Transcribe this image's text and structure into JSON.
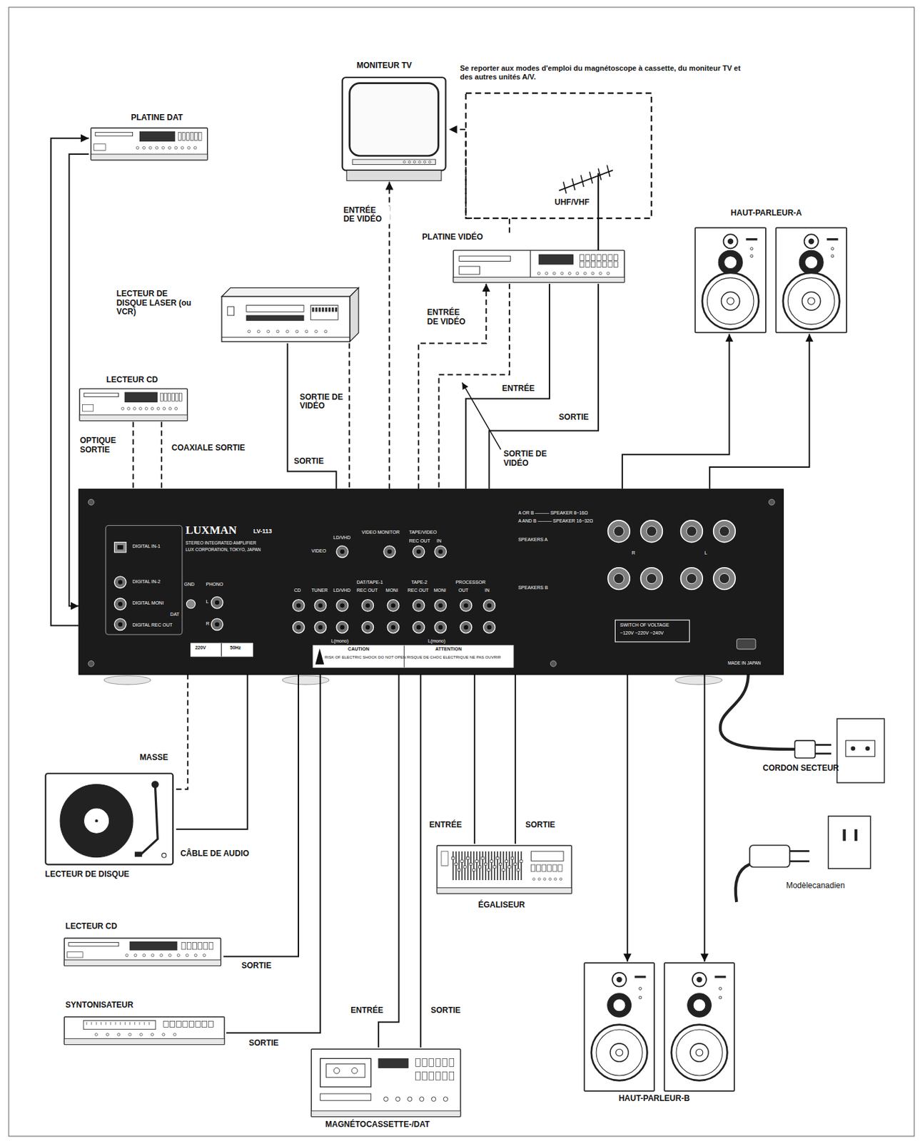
{
  "diagram": {
    "nodes": [
      {
        "text": [
          "MONITEUR TV"
        ]
      },
      {
        "text": [
          "PLATINE DAT"
        ]
      },
      {
        "text": [
          "PLATINE VIDÉO"
        ]
      },
      {
        "text": [
          "LECTEUR DE DISQUE LASER (ou VCR)"
        ]
      },
      {
        "text": [
          "LECTEUR CD"
        ]
      },
      {
        "text": [
          "HAUT-PARLEUR-A"
        ]
      },
      {
        "text": [
          "LUXMAN",
          "LV-113",
          "STEREO INTEGRATED AMPLIFIER",
          "LUX CORPORATION, TOKYO, JAPAN"
        ]
      },
      {
        "text": [
          "LECTEUR DE DISQUE"
        ]
      },
      {
        "text": [
          "LECTEUR CD"
        ]
      },
      {
        "text": [
          "SYNTONISATEUR"
        ]
      },
      {
        "text": [
          "MAGNÉTOCASSETTE-/DAT"
        ]
      },
      {
        "text": [
          "ÉGALISEUR"
        ]
      },
      {
        "text": [
          "HAUT-PARLEUR-B"
        ]
      }
    ],
    "edges": [
      {
        "from": 6,
        "to": 1,
        "arrow": "to"
      },
      {
        "from": 1,
        "to": 6,
        "arrow": "to"
      },
      {
        "from": 4,
        "to": 6,
        "label": "OPTIQUE SORTIE",
        "arrow": "none"
      },
      {
        "from": 4,
        "to": 6,
        "label": "COAXIALE SORTIE",
        "arrow": "none"
      },
      {
        "from": 3,
        "to": 6,
        "label": "SORTIE",
        "arrow": "none"
      },
      {
        "from": 3,
        "to": 6,
        "label": "SORTIE DE VIDÉO",
        "arrow": "none"
      },
      {
        "from": 6,
        "to": 0,
        "label": "ENTRÉE DE VIDÉO",
        "arrow": "to"
      },
      {
        "from": 6,
        "to": 2,
        "label": "ENTRÉE DE VIDÉO",
        "arrow": "to"
      },
      {
        "from": 6,
        "to": 2,
        "label": "ENTRÉE",
        "arrow": "none"
      },
      {
        "from": 2,
        "to": 6,
        "label": "SORTIE",
        "arrow": "none"
      },
      {
        "from": 2,
        "to": 6,
        "label": "SORTIE DE VIDÉO",
        "arrow": "none"
      },
      {
        "from": 2,
        "to": 0,
        "arrow": "to"
      },
      {
        "from": 6,
        "to": 5,
        "arrow": "to"
      },
      {
        "from": 6,
        "to": 5,
        "arrow": "to"
      },
      {
        "from": 6,
        "to": 12,
        "arrow": "to"
      },
      {
        "from": 6,
        "to": 12,
        "arrow": "to"
      },
      {
        "from": 7,
        "to": 6,
        "label": "MASSE",
        "arrow": "none"
      },
      {
        "from": 7,
        "to": 6,
        "label": "CÂBLE DE AUDIO",
        "arrow": "none"
      },
      {
        "from": 8,
        "to": 6,
        "label": "SORTIE",
        "arrow": "none"
      },
      {
        "from": 9,
        "to": 6,
        "label": "SORTIE",
        "arrow": "none"
      },
      {
        "from": 6,
        "to": 10,
        "label": "ENTRÉE",
        "arrow": "none"
      },
      {
        "from": 10,
        "to": 6,
        "label": "SORTIE",
        "arrow": "none"
      },
      {
        "from": 6,
        "to": 11,
        "label": "ENTRÉE",
        "arrow": "none"
      },
      {
        "from": 11,
        "to": 6,
        "label": "SORTIE",
        "arrow": "none"
      }
    ],
    "labels": [
      "Se reporter aux modes d'emploi du magnétoscope à cassette, du moniteur TV et des autres unités A/V.",
      "UHF/VHF",
      "CORDON SECTEUR",
      "Modèlecanadien",
      "DIGITAL IN-1",
      "DIGITAL IN-2",
      "DIGITAL MONI",
      "DAT",
      "DIGITAL REC OUT",
      "GND",
      "PHONO",
      "L",
      "R",
      "CD",
      "TUNER",
      "LD/VHD",
      "VIDEO",
      "LD/VHD",
      "VIDEO MONITOR",
      "TAPE/VIDEO",
      "REC OUT",
      "IN",
      "DAT/TAPE-1",
      "REC OUT",
      "MONI",
      "TAPE-2",
      "REC OUT",
      "MONI",
      "PROCESSOR",
      "OUT",
      "IN",
      "L(mono)",
      "L(mono)",
      "A OR B ——— SPEAKER 8~16Ω",
      "A AND B ——— SPEAKER 16~32Ω",
      "SPEAKERS A",
      "SPEAKERS B",
      "R",
      "L",
      "CAUTION",
      "RISK OF ELECTRIC SHOCK DO NOT OPEN",
      "ATTENTION",
      "RISQUE DE CHOC ELECTRIQUE NE PAS OUVRIR",
      "220V",
      "50Hz",
      "SWITCH OF VOLTAGE",
      "~120V ~220V ~240V",
      "MADE IN JAPAN"
    ]
  }
}
